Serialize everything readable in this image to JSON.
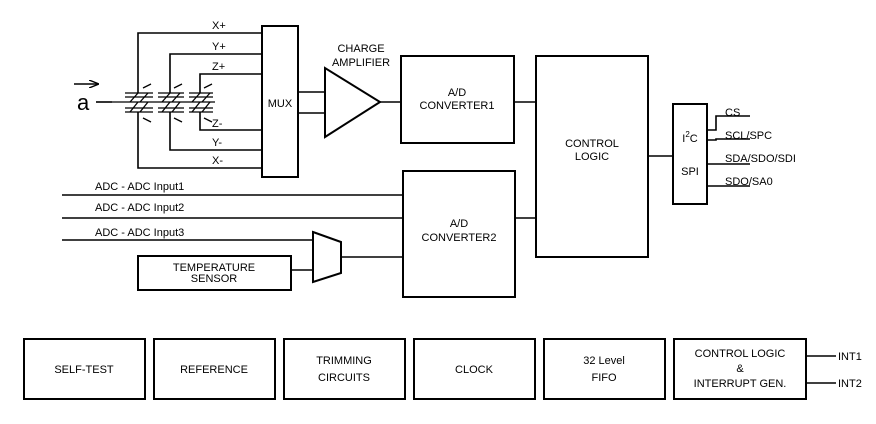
{
  "accel_symbol": "a",
  "axes": {
    "x_plus": "X+",
    "y_plus": "Y+",
    "z_plus": "Z+",
    "z_minus": "Z-",
    "y_minus": "Y-",
    "x_minus": "X-"
  },
  "blocks": {
    "mux": "MUX",
    "charge_amplifier_line1": "CHARGE",
    "charge_amplifier_line2": "AMPLIFIER",
    "adc1_line1": "A/D",
    "adc1_line2": "CONVERTER1",
    "adc2_line1": "A/D",
    "adc2_line2": "CONVERTER2",
    "control_logic_line1": "CONTROL",
    "control_logic_line2": "LOGIC",
    "i2c_prefix": "I",
    "i2c_sup": "2",
    "i2c_suffix": "C",
    "spi": "SPI",
    "temp_sensor_line1": "TEMPERATURE",
    "temp_sensor_line2": "SENSOR"
  },
  "adc_inputs": [
    "ADC - ADC Input1",
    "ADC - ADC Input2",
    "ADC - ADC Input3"
  ],
  "pins": [
    "CS",
    "SCL/SPC",
    "SDA/SDO/SDI",
    "SDO/SA0"
  ],
  "bottom_blocks": {
    "self_test": "SELF-TEST",
    "reference": "REFERENCE",
    "trimming_line1": "TRIMMING",
    "trimming_line2": "CIRCUITS",
    "clock": "CLOCK",
    "fifo_line1": "32 Level",
    "fifo_line2": "FIFO",
    "ctrl_int_line1": "CONTROL LOGIC",
    "ctrl_int_line2": "&",
    "ctrl_int_line3": "INTERRUPT GEN."
  },
  "interrupts": [
    "INT1",
    "INT2"
  ]
}
